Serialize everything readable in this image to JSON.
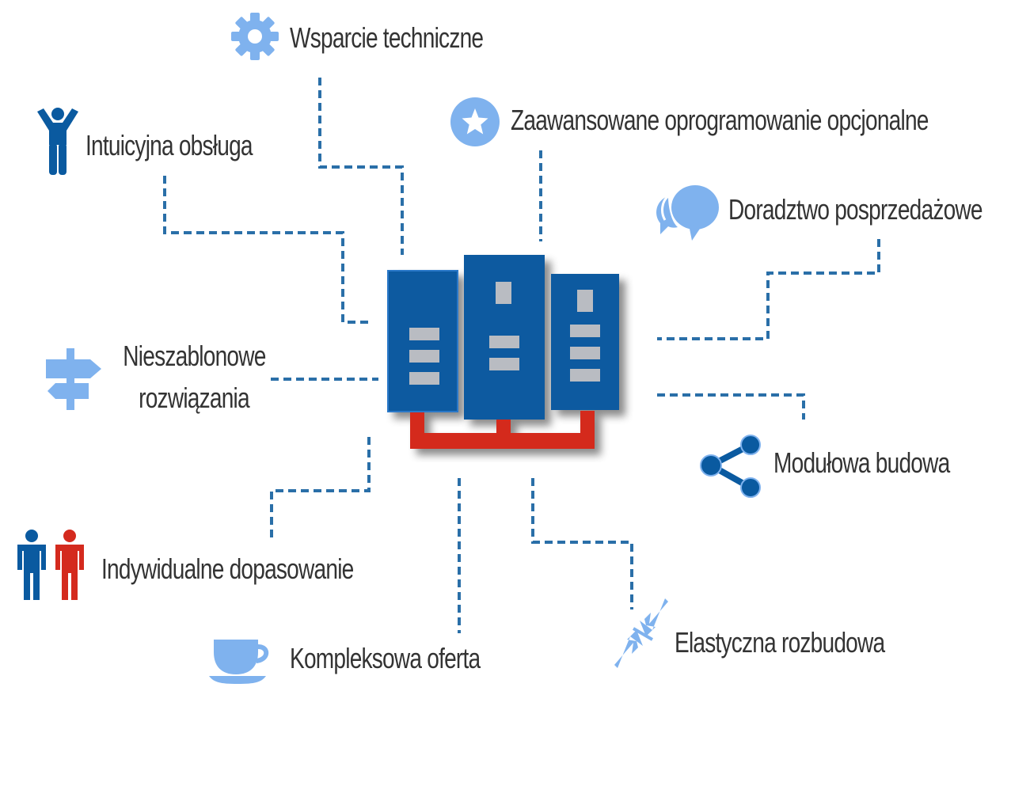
{
  "diagram": {
    "hub": {
      "icon": "server-rack-icon"
    },
    "features": [
      {
        "id": "wsparcie",
        "label": "Wsparcie techniczne",
        "icon": "gear-icon"
      },
      {
        "id": "zaawansowane",
        "label": "Zaawansowane oprogramowanie opcjonalne",
        "icon": "star-badge-icon"
      },
      {
        "id": "intuicyjna",
        "label": "Intuicyjna obsługa",
        "icon": "person-raised-arms-icon"
      },
      {
        "id": "doradztwo",
        "label": "Doradztwo posprzedażowe",
        "icon": "chat-bubbles-icon"
      },
      {
        "id": "nieszablonowe",
        "label_line1": "Nieszablonowe",
        "label_line2": "rozwiązania",
        "icon": "signpost-icon"
      },
      {
        "id": "modulowa",
        "label": "Modułowa budowa",
        "icon": "share-icon"
      },
      {
        "id": "indywidualne",
        "label": "Indywidualne dopasowanie",
        "icon": "two-people-icon"
      },
      {
        "id": "kompleksowa",
        "label": "Kompleksowa oferta",
        "icon": "coffee-cup-icon"
      },
      {
        "id": "elastyczna",
        "label": "Elastyczna rozbudowa",
        "icon": "compress-arrows-icon"
      }
    ],
    "colors": {
      "dark_blue": "#0a5aa0",
      "light_blue": "#7fb2ee",
      "red": "#d42a1e",
      "connector": "#2a6fa8",
      "text": "#333333"
    }
  }
}
